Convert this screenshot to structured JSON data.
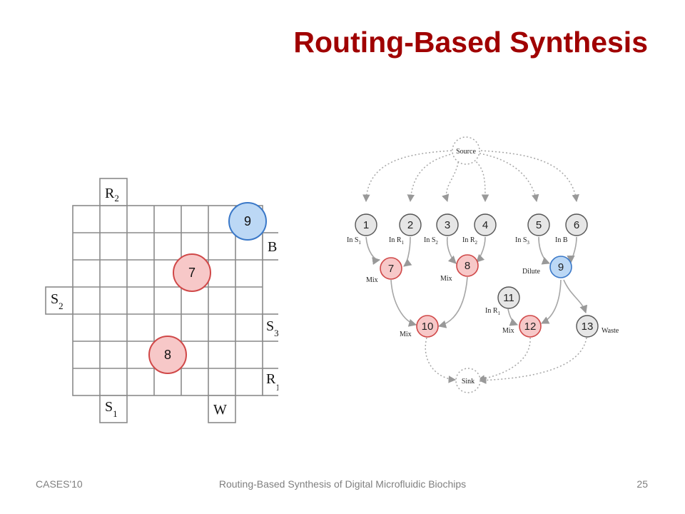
{
  "slide": {
    "title": "Routing-Based Synthesis",
    "footer_left": "CASES'10",
    "footer_center": "Routing-Based Synthesis of Digital Microfluidic Biochips",
    "page_number": "25"
  },
  "grid": {
    "ports": {
      "r2": {
        "letter": "R",
        "sub": "2"
      },
      "b": {
        "letter": "B",
        "sub": ""
      },
      "s2": {
        "letter": "S",
        "sub": "2"
      },
      "s3": {
        "letter": "S",
        "sub": "3"
      },
      "r1": {
        "letter": "R",
        "sub": "1"
      },
      "s1": {
        "letter": "S",
        "sub": "1"
      },
      "w": {
        "letter": "W",
        "sub": ""
      }
    },
    "droplets": {
      "d9": "9",
      "d7": "7",
      "d8": "8"
    }
  },
  "graph": {
    "nodes": {
      "source": "Source",
      "sink": "Sink",
      "n1": "1",
      "n2": "2",
      "n3": "3",
      "n4": "4",
      "n5": "5",
      "n6": "6",
      "n7": "7",
      "n8": "8",
      "n9": "9",
      "n10": "10",
      "n11": "11",
      "n12": "12",
      "n13": "13"
    },
    "labels": {
      "in_s1": {
        "text": "In S",
        "sub": "1"
      },
      "in_r1": {
        "text": "In R",
        "sub": "1"
      },
      "in_s2": {
        "text": "In S",
        "sub": "2"
      },
      "in_r2": {
        "text": "In R",
        "sub": "2"
      },
      "in_s3": {
        "text": "In S",
        "sub": "3"
      },
      "in_b": {
        "text": "In B"
      },
      "in_r1_b": {
        "text": "In R",
        "sub": "1"
      },
      "mix7": "Mix",
      "mix8": "Mix",
      "mix10": "Mix",
      "mix12": "Mix",
      "dilute": "Dilute",
      "waste": "Waste"
    },
    "colors": {
      "mix_fill": "#f7c8c8",
      "mix_stroke": "#d04848",
      "dilute_fill": "#bcd8f5",
      "dilute_stroke": "#3a78c8",
      "input_fill": "#e6e6e6"
    }
  }
}
